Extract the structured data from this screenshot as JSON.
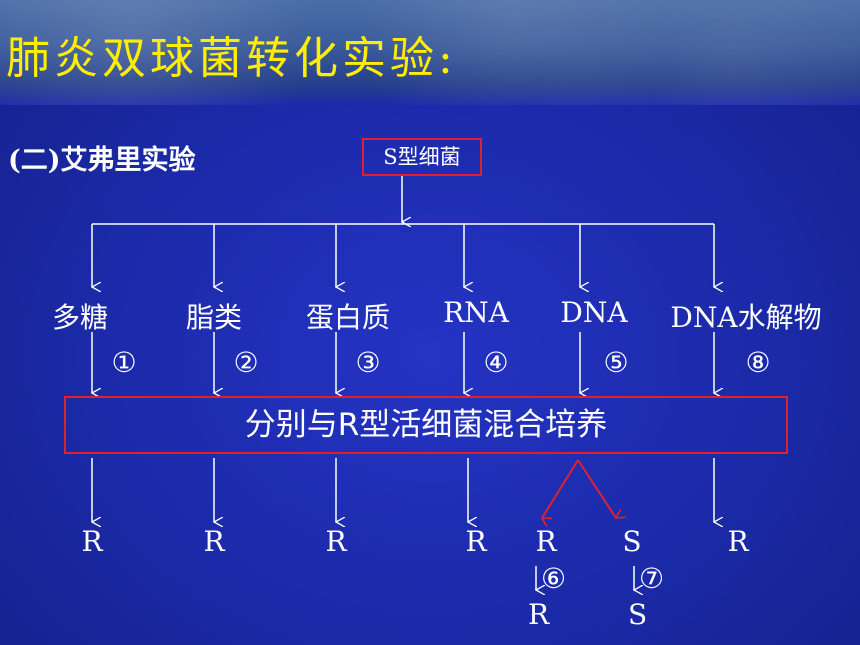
{
  "title": "肺炎双球菌转化实验:",
  "subtitle": "(二)艾弗里实验",
  "source": "S型细菌",
  "components": [
    {
      "label": "多糖",
      "num": "①",
      "result": "R"
    },
    {
      "label": "脂类",
      "num": "②",
      "result": "R"
    },
    {
      "label": "蛋白质",
      "num": "③",
      "result": "R"
    },
    {
      "label": "RNA",
      "num": "④",
      "result": "R"
    },
    {
      "label": "DNA",
      "num": "⑤",
      "result_left": "R",
      "result_right": "S"
    },
    {
      "label": "DNA水解物",
      "num": "⑧",
      "result": "R"
    }
  ],
  "mix_label": "分别与R型活细菌混合培养",
  "followups": [
    {
      "step": "⑥",
      "result": "R"
    },
    {
      "step": "⑦",
      "result": "S"
    }
  ],
  "colors": {
    "title": "#ffee00",
    "box_border": "#e0202a",
    "text": "#ffffff"
  }
}
